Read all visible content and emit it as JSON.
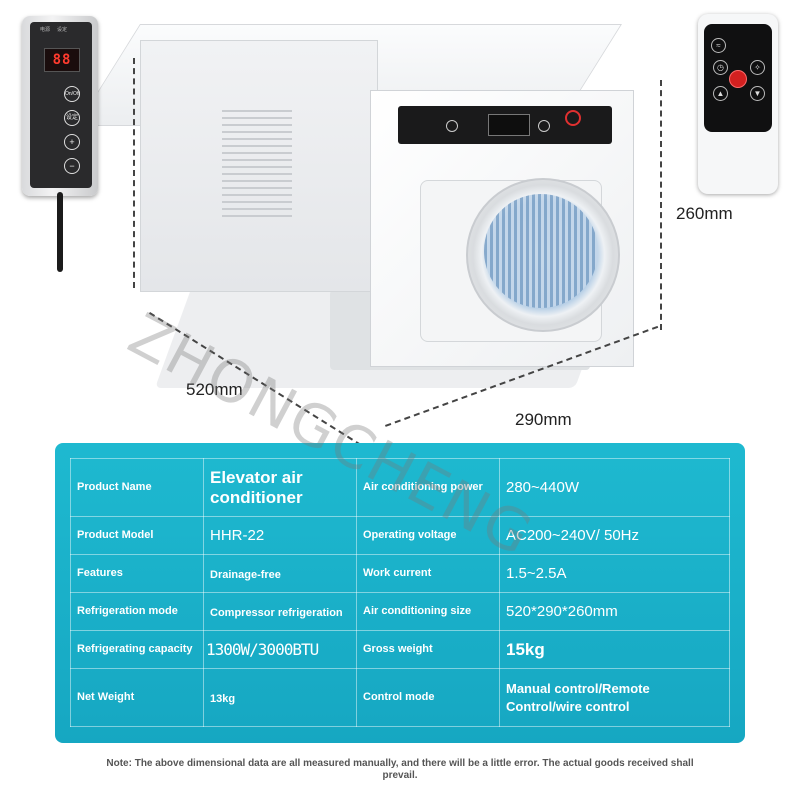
{
  "watermark": "ZHONGCHENG",
  "dimensions": {
    "length": "520mm",
    "width": "290mm",
    "height": "260mm"
  },
  "wired_controller": {
    "top_labels": [
      "电源",
      "设定"
    ],
    "display": "88",
    "buttons": [
      "On/Off",
      "设定",
      "+",
      "−"
    ]
  },
  "specs": [
    {
      "label": "Product Name",
      "value": "Elevator air conditioner",
      "label2": "Air conditioning power",
      "value2": "280~440W"
    },
    {
      "label": "Product Model",
      "value": "HHR-22",
      "label2": "Operating voltage",
      "value2": "AC200~240V/ 50Hz"
    },
    {
      "label": "Features",
      "value": "Drainage-free",
      "label2": "Work current",
      "value2": "1.5~2.5A"
    },
    {
      "label": "Refrigeration mode",
      "value": "Compressor refrigeration",
      "label2": "Air conditioning size",
      "value2": "520*290*260mm"
    },
    {
      "label": "Refrigerating capacity",
      "value": "1300W/3000BTU",
      "label2": "Gross weight",
      "value2": "15kg"
    },
    {
      "label": "Net Weight",
      "value": "13kg",
      "label2": "Control mode",
      "value2": "Manual control/Remote Control/wire control"
    }
  ],
  "note": "Note: The above dimensional data are all measured manually, and there will be a little error. The actual goods received shall prevail.",
  "colors": {
    "panel": "#18b0c8",
    "power_button": "#d32020",
    "display_red": "#ff3b2e"
  }
}
